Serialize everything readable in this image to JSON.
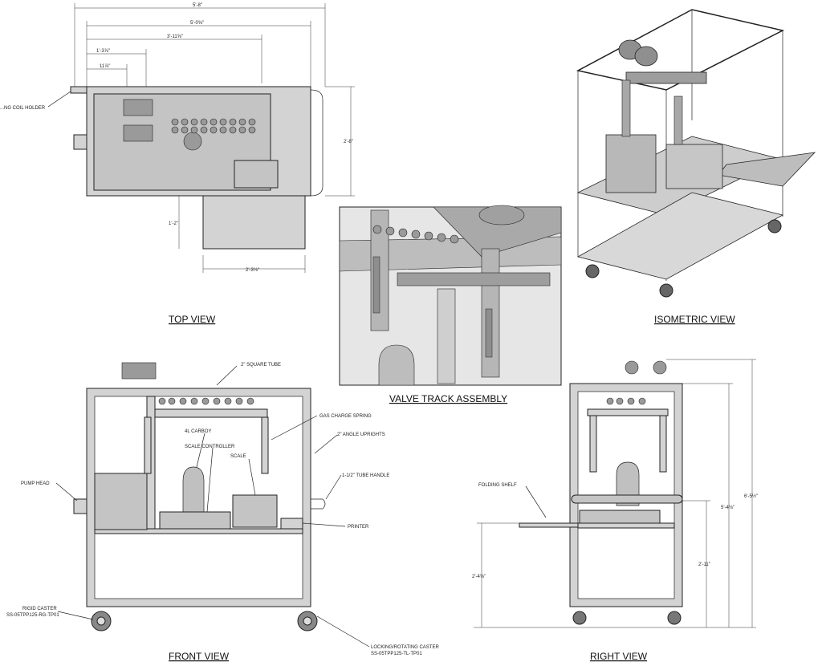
{
  "views": {
    "top": "TOP VIEW",
    "isometric": "ISOMETRIC VIEW",
    "valve_track": "VALVE TRACK ASSEMBLY",
    "front": "FRONT VIEW",
    "right": "RIGHT VIEW"
  },
  "top_dims": {
    "overall": "5'-8\"",
    "d2": "5'-0⅝\"",
    "d3": "3'-11⅝\"",
    "d4": "1'-3⅞\"",
    "d5": "11⅞\"",
    "depth": "2'-8\"",
    "ext": "1'-2\"",
    "width2": "2'-3⅛\""
  },
  "top_labels": {
    "coil_holder": "...NG COIL HOLDER"
  },
  "front_labels": {
    "square_tube": "2\" SQUARE TUBE",
    "gas_spring": "GAS CHARGE SPRING",
    "carboy": "4L CARBOY",
    "scale_controller": "SCALE CONTROLLER",
    "scale": "SCALE",
    "angle_uprights": "2\" ANGLE UPRIGHTS",
    "pump_head": "PUMP HEAD",
    "tube_handle": "1-1/2\" TUBE HANDLE",
    "printer": "PRINTER",
    "rigid_caster": "RIGID CASTER",
    "rigid_caster_pn": "SS-05TPP125-RG-TP01",
    "locking_caster": "LOCKING/ROTATING CASTER",
    "locking_caster_pn": "SS-05TPP125-TL-TP01"
  },
  "right_labels": {
    "folding_shelf": "FOLDING SHELF",
    "h_total": "6'-5½\"",
    "h_mid": "5'-4⅛\"",
    "h_low": "2'-11\"",
    "shelf_h": "2'-4⅝\""
  }
}
